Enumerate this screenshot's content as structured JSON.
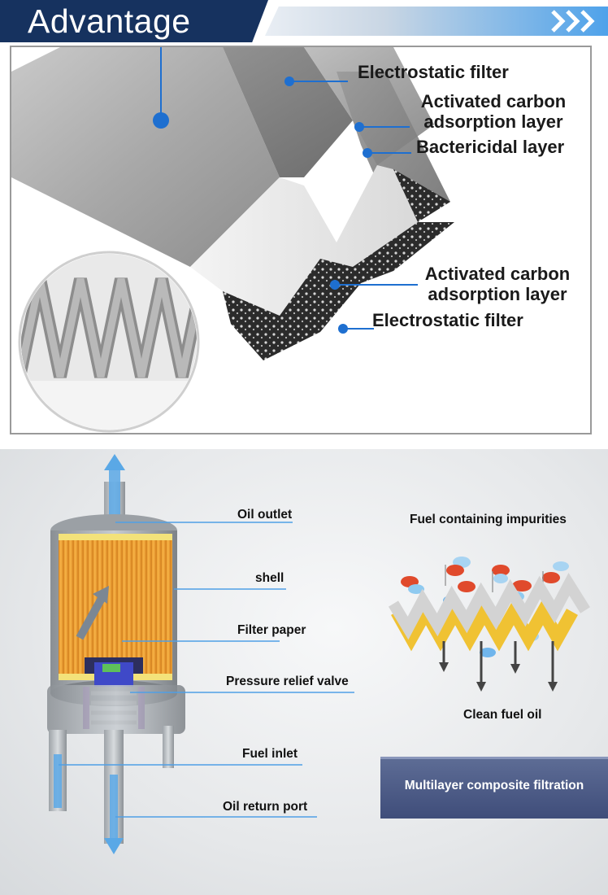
{
  "header": {
    "title": "Advantage"
  },
  "filter_layers": {
    "callouts": [
      "Electrostatic filter",
      "Activated carbon adsorption layer",
      "Bactericidal layer",
      "Activated carbon adsorption layer",
      "Electrostatic filter"
    ]
  },
  "fuel_filter": {
    "parts": [
      "Oil outlet",
      "shell",
      "Filter paper",
      "Pressure relief valve",
      "Fuel inlet",
      "Oil return port"
    ],
    "diagram": {
      "top_label": "Fuel containing impurities",
      "bottom_label": "Clean fuel oil"
    },
    "banner": "Multilayer composite filtration"
  },
  "colors": {
    "header_dark": "#16325f",
    "accent_blue": "#1e6fd0",
    "banner": "#4b5a86",
    "filter_paper": "#f0a730"
  }
}
